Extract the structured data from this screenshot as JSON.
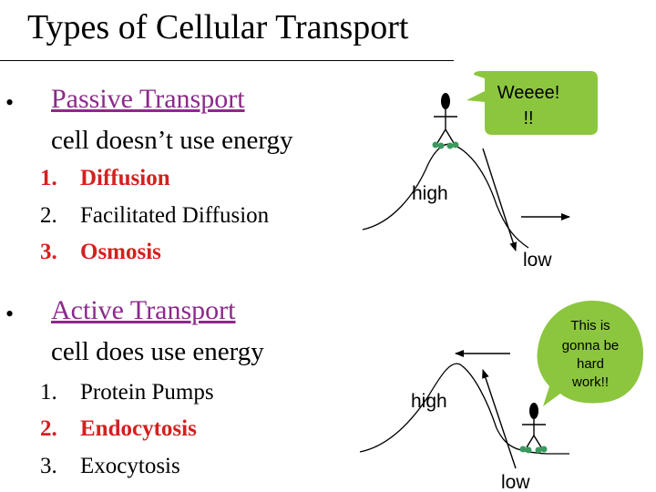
{
  "title": "Types of Cellular Transport",
  "passive": {
    "bullet": "•",
    "heading": "Passive Transport",
    "subline": "cell doesn’t use energy",
    "items": [
      {
        "num": "1.",
        "label": "Diffusion",
        "highlight": true
      },
      {
        "num": "2.",
        "label": "Facilitated Diffusion",
        "highlight": false
      },
      {
        "num": "3.",
        "label": "Osmosis",
        "highlight": true
      }
    ]
  },
  "active": {
    "bullet": "•",
    "heading": "Active Transport",
    "subline": "cell does use energy",
    "items": [
      {
        "num": "1.",
        "label": "Protein Pumps",
        "highlight": false
      },
      {
        "num": "2.",
        "label": "Endocytosis",
        "highlight": true
      },
      {
        "num": "3.",
        "label": "Exocytosis",
        "highlight": false
      }
    ]
  },
  "diagram_top": {
    "bubble_text_line1": "Weeee!",
    "bubble_text_line2": "!!",
    "high_label": "high",
    "low_label": "low"
  },
  "diagram_bottom": {
    "bubble_line1": "This is",
    "bubble_line2": "gonna be",
    "bubble_line3": "hard",
    "bubble_line4": "work!!",
    "high_label": "high",
    "low_label": "low"
  },
  "colors": {
    "heading": "#8b2a8b",
    "highlight": "#d42020",
    "bubble": "#8cc63f",
    "feet": "#3c9a5f"
  }
}
